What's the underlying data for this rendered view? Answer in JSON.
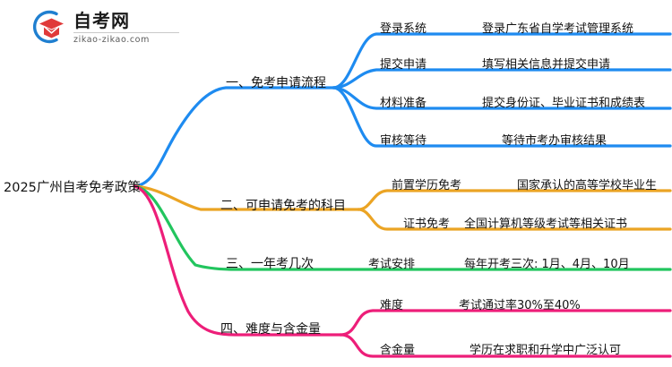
{
  "logo": {
    "brand_cn": "自考网",
    "brand_url": "zikao-zikao.com",
    "mark_icon": "graduation-cap-circle-icon",
    "arc_color": "#1f7fd0",
    "cap_color": "#e03a3a"
  },
  "mindmap": {
    "root": "2025广州自考免考政策",
    "branch_colors": {
      "branch1": "#1E8BF0",
      "branch2": "#EBA424",
      "branch3": "#22C55E",
      "branch4": "#ED1E79"
    },
    "branches": [
      {
        "label": "一、免考申请流程",
        "color": "#1E8BF0",
        "rows": [
          {
            "sub": "登录系统",
            "leaf": "登录广东省自学考试管理系统"
          },
          {
            "sub": "提交申请",
            "leaf": "填写相关信息并提交申请"
          },
          {
            "sub": "材料准备",
            "leaf": "提交身份证、毕业证书和成绩表"
          },
          {
            "sub": "审核等待",
            "leaf": "等待市考办审核结果"
          }
        ]
      },
      {
        "label": "二、可申请免考的科目",
        "color": "#EBA424",
        "rows": [
          {
            "sub": "前置学历免考",
            "leaf": "国家承认的高等学校毕业生"
          },
          {
            "sub": "证书免考",
            "leaf": "全国计算机等级考试等相关证书"
          }
        ]
      },
      {
        "label": "三、一年考几次",
        "color": "#22C55E",
        "rows": [
          {
            "sub": "考试安排",
            "leaf": "每年开考三次: 1月、4月、10月"
          }
        ]
      },
      {
        "label": "四、难度与含金量",
        "color": "#ED1E79",
        "rows": [
          {
            "sub": "难度",
            "leaf": "考试通过率30%至40%"
          },
          {
            "sub": "含金量",
            "leaf": "学历在求职和升学中广泛认可"
          }
        ]
      }
    ]
  }
}
